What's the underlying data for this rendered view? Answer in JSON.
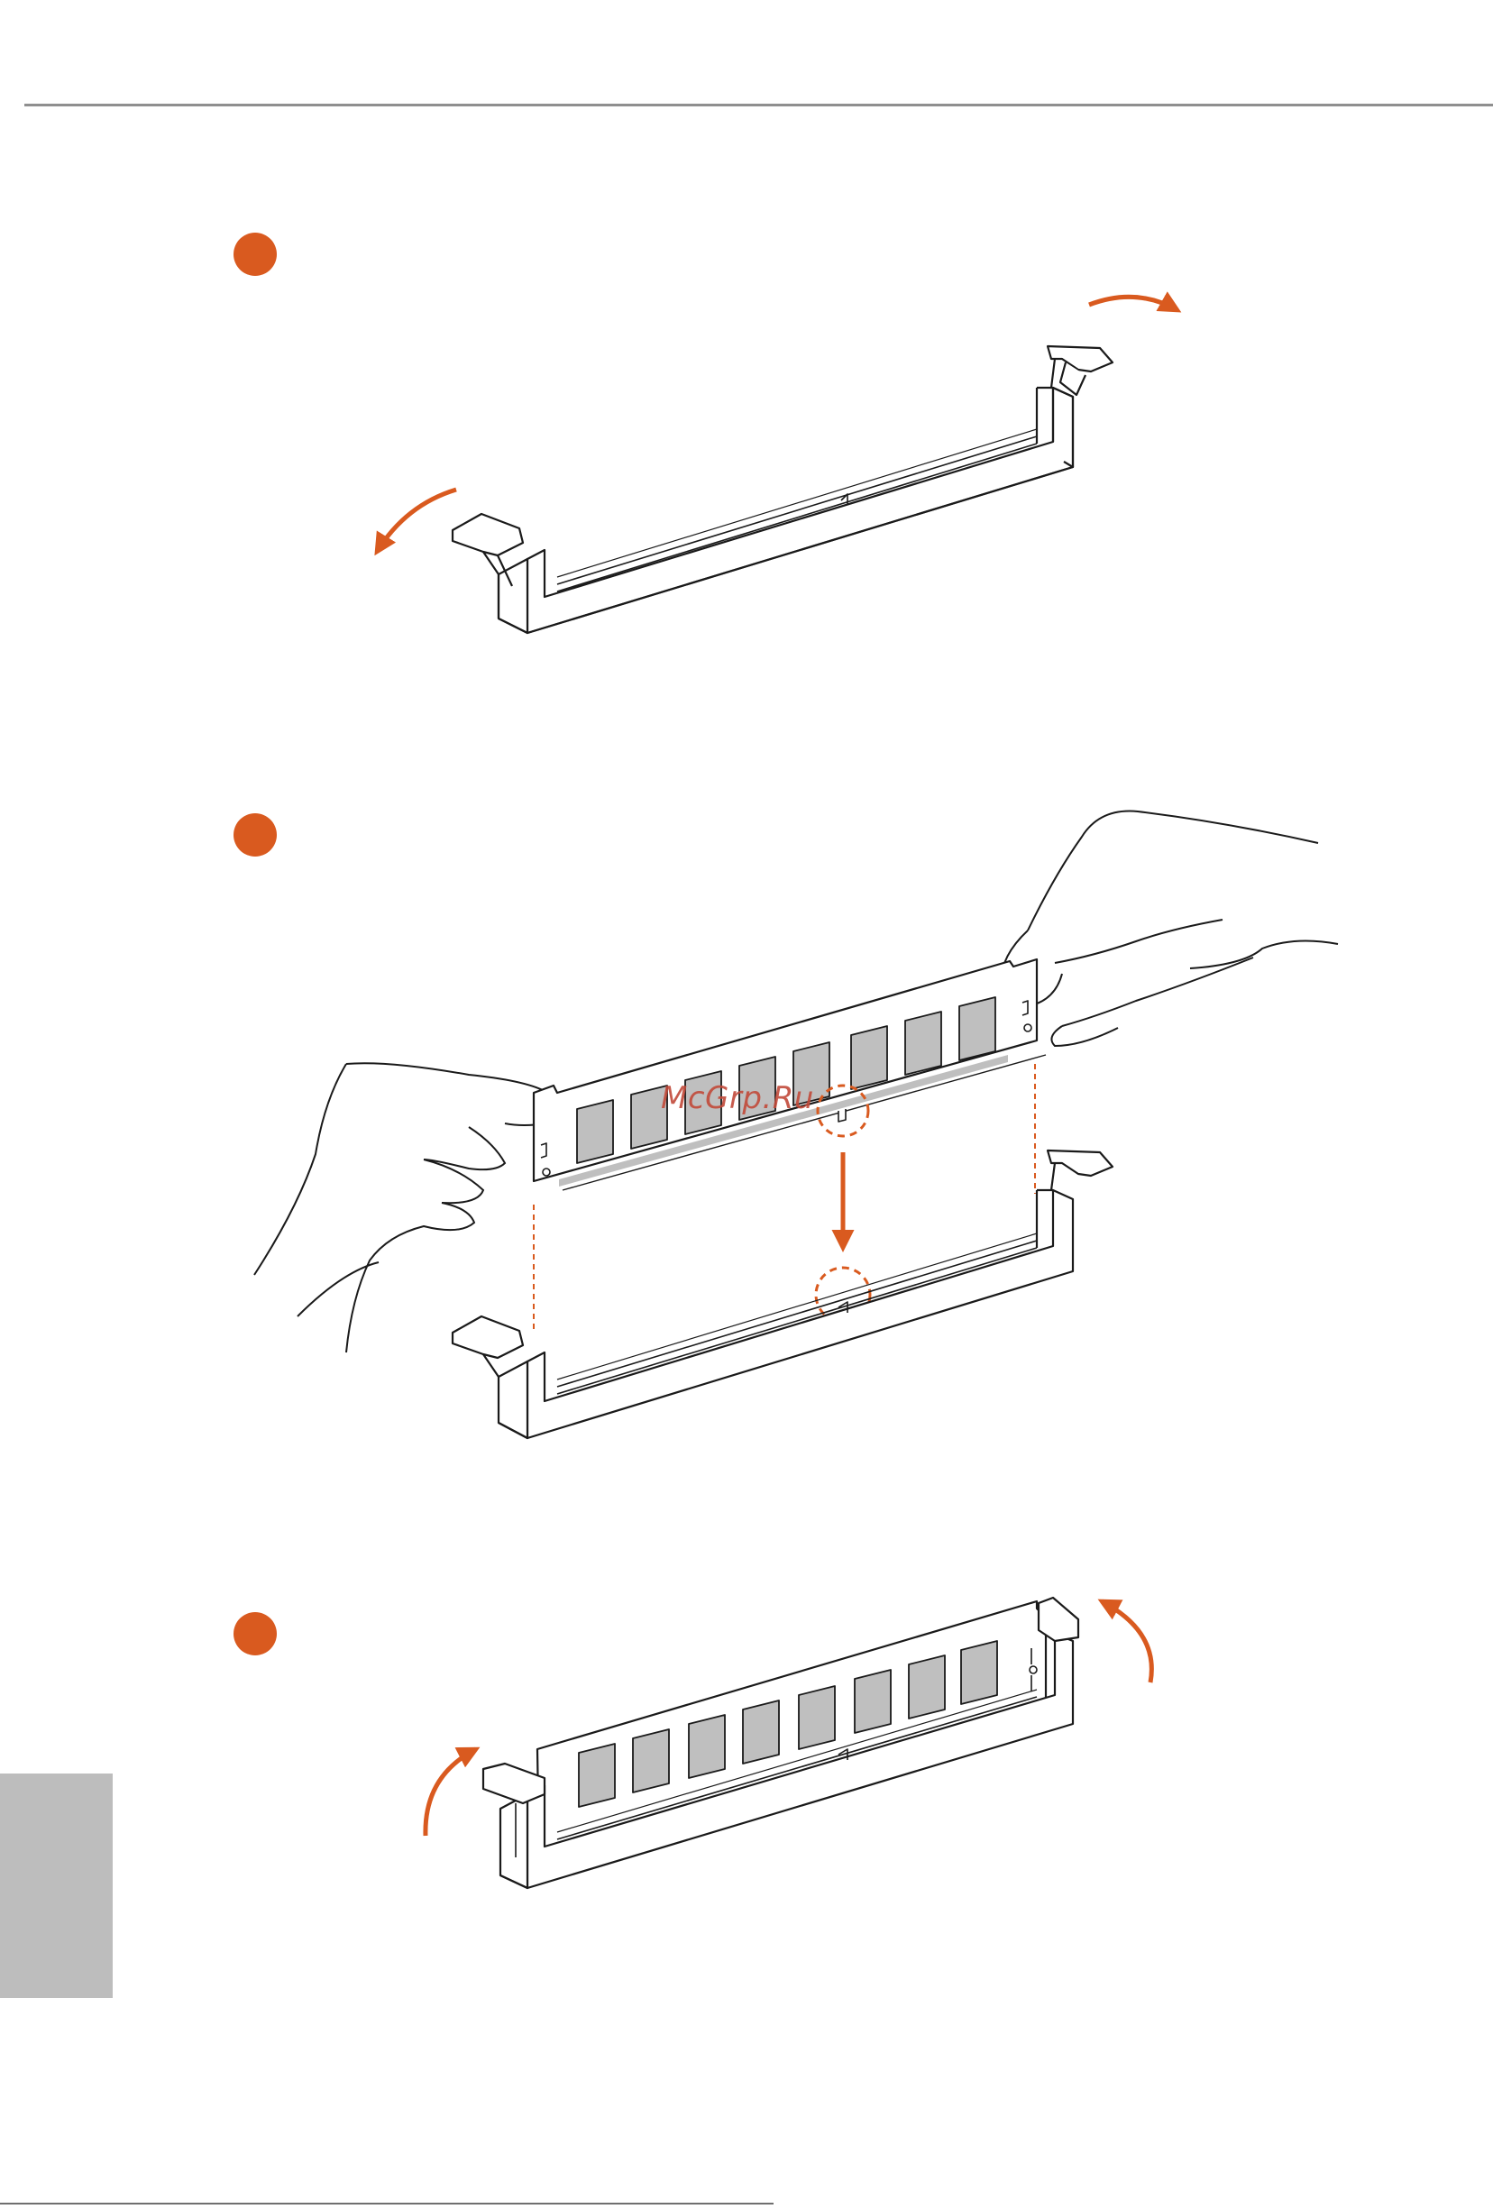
{
  "watermark": {
    "text": "McGrp.Ru"
  },
  "colors": {
    "accent": "#d95a1f",
    "line": "#1a1a1a",
    "module_chip": "#bfbfbf",
    "side_tab": "#bdbdbd"
  },
  "steps": [
    {
      "icon": "step-marker-dot"
    },
    {
      "icon": "step-marker-dot"
    },
    {
      "icon": "step-marker-dot"
    }
  ]
}
